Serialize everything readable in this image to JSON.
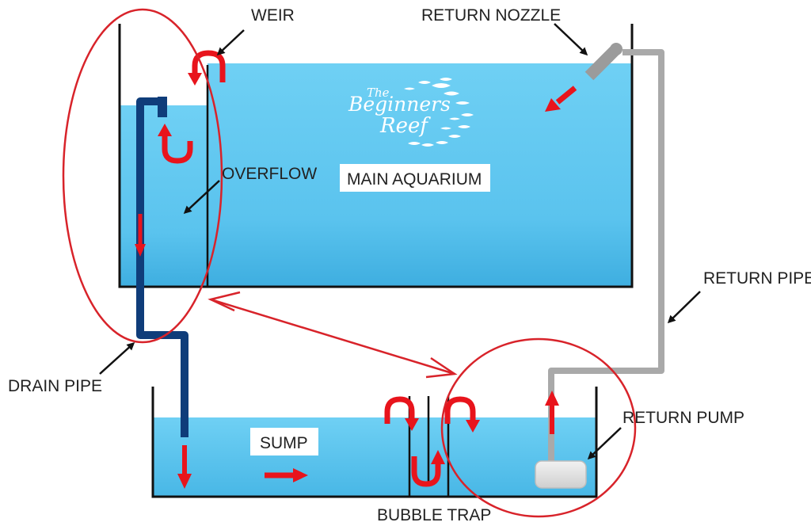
{
  "labels": {
    "weir": "WEIR",
    "return_nozzle": "RETURN NOZZLE",
    "overflow": "OVERFLOW",
    "main_aquarium": "MAIN AQUARIUM",
    "return_pipe": "RETURN PIPE",
    "drain_pipe": "DRAIN PIPE",
    "sump": "SUMP",
    "return_pump": "RETURN PUMP",
    "bubble_trap": "BUBBLE TRAP"
  },
  "logo": {
    "line1": "The",
    "line2": "Beginners",
    "line3": "Reef"
  },
  "colors": {
    "water": "#5cc5ee",
    "water_deep": "#41b1e2",
    "drain_pipe": "#0f3d7a",
    "return_pipe": "#a9a9a9",
    "flow_arrow": "#e8141c",
    "highlight_circle": "#d8232a",
    "tank_outline": "#111111"
  }
}
